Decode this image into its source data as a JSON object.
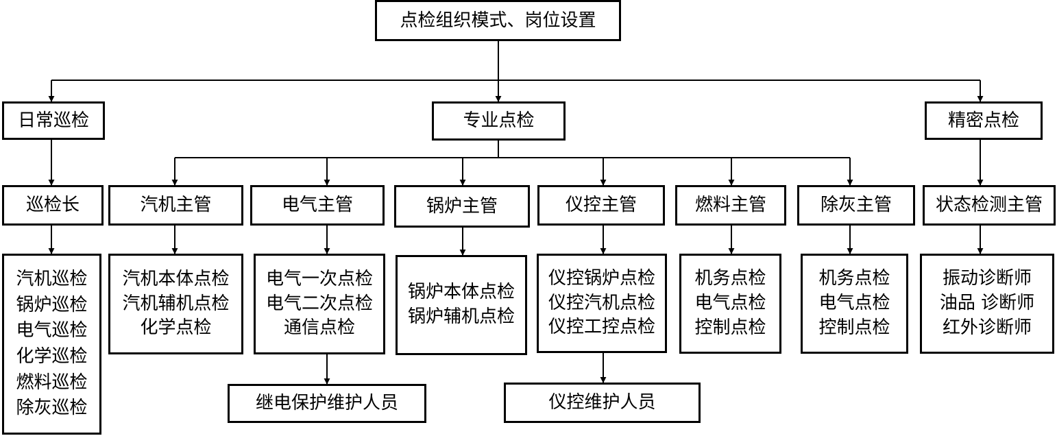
{
  "root": {
    "label": "点检组织模式、岗位设置"
  },
  "level1": {
    "daily": "日常巡检",
    "professional": "专业点检",
    "precision": "精密点检"
  },
  "managers": {
    "patrol_lead": "巡检长",
    "turbine": "汽机主管",
    "electrical": "电气主管",
    "boiler": "锅炉主管",
    "instrument": "仪控主管",
    "fuel": "燃料主管",
    "ash": "除灰主管",
    "condition": "状态检测主管"
  },
  "duties": {
    "patrol": [
      "汽机巡检",
      "锅炉巡检",
      "电气巡检",
      "化学巡检",
      "燃料巡检",
      "除灰巡检"
    ],
    "turbine": [
      "汽机本体点检",
      "汽机辅机点检",
      "化学点检"
    ],
    "electrical": [
      "电气一次点检",
      "电气二次点检",
      "通信点检"
    ],
    "boiler": [
      "锅炉本体点检",
      "锅炉辅机点检"
    ],
    "instrument": [
      "仪控锅炉点检",
      "仪控汽机点检",
      "仪控工控点检"
    ],
    "fuel": [
      "机务点检",
      "电气点检",
      "控制点检"
    ],
    "ash": [
      "机务点检",
      "电气点检",
      "控制点检"
    ],
    "condition": [
      "振动诊断师",
      "油品 诊断师",
      "红外诊断师"
    ]
  },
  "staff": {
    "relay": "继电保护维护人员",
    "instrument": "仪控维护人员"
  }
}
